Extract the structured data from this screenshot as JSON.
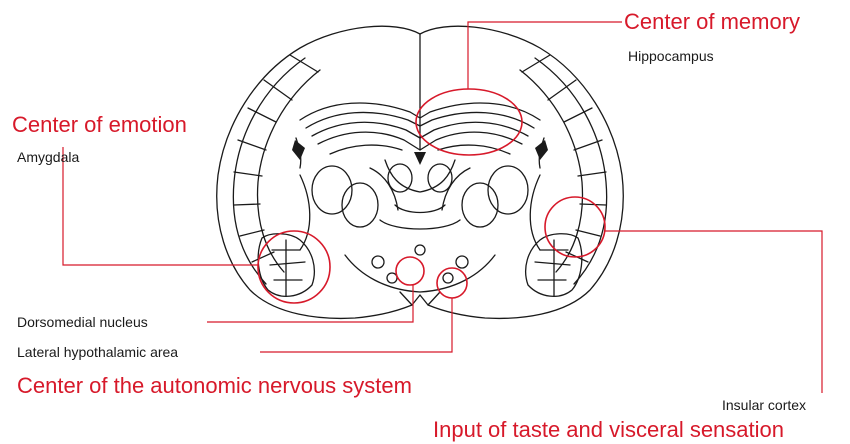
{
  "colors": {
    "accent": "#d7192a",
    "line": "#1a1a1a",
    "background": "#ffffff"
  },
  "labels": {
    "memory_title": "Center of memory",
    "memory_region": "Hippocampus",
    "emotion_title": "Center of emotion",
    "emotion_region": "Amygdala",
    "dorsomedial": "Dorsomedial nucleus",
    "lateral_hypothalamic": "Lateral hypothalamic area",
    "autonomic_title": "Center of the autonomic nervous system",
    "insular_region": "Insular cortex",
    "taste_title": "Input of taste and visceral sensation"
  }
}
